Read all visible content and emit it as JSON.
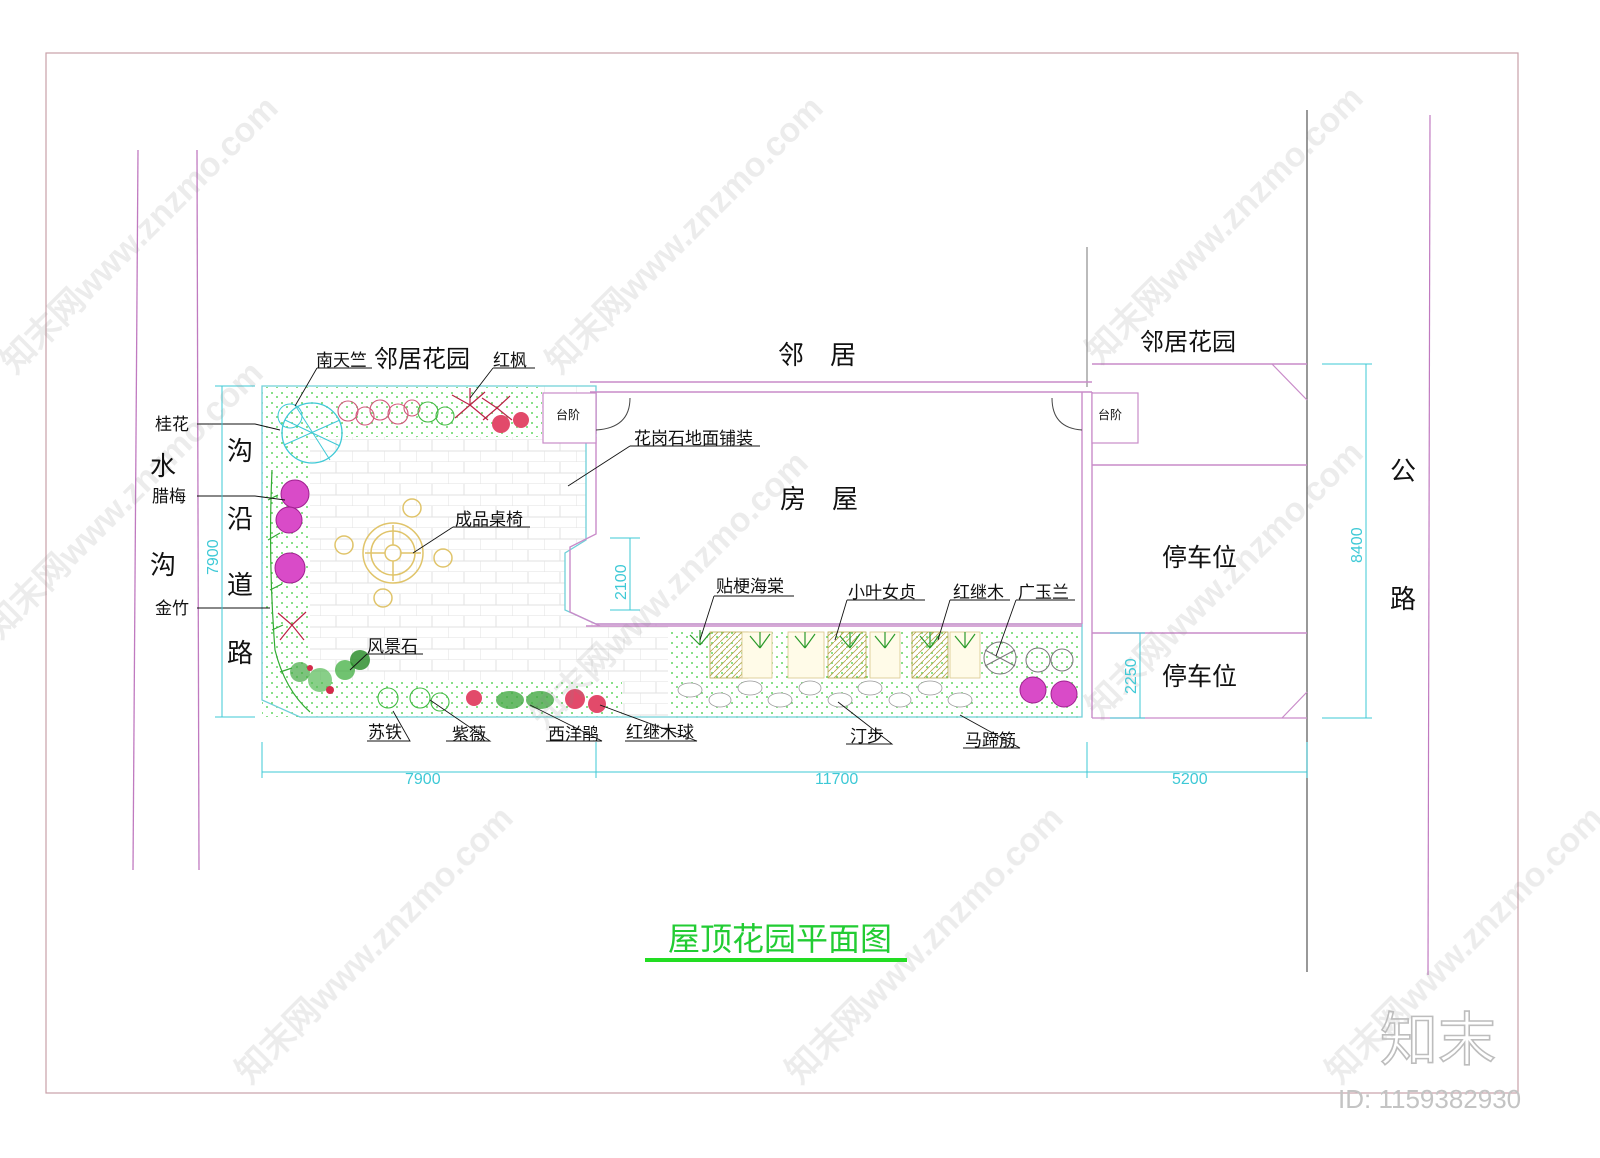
{
  "title": "屋顶花园平面图",
  "areas": {
    "neighbor": "邻　居",
    "neighbor_garden_left": "邻居花园",
    "neighbor_garden_right": "邻居花园",
    "house": "房　屋",
    "parking": "停车位",
    "road_left": [
      "沟",
      "沿",
      "道",
      "路"
    ],
    "water_ditch": [
      "水",
      "沟"
    ],
    "road_right": [
      "公",
      "路"
    ],
    "step": "台阶"
  },
  "plants": {
    "nandina": "南天竺",
    "osmanthus": "桂花",
    "wintersweet": "腊梅",
    "golden_bamboo": "金竹",
    "red_maple": "红枫",
    "scenic_stone": "风景石",
    "cycad": "苏铁",
    "crape_myrtle": "紫薇",
    "azalea": "西洋鹃",
    "loropetalum_ball": "红继木球",
    "flowering_quince": "贴梗海棠",
    "privet": "小叶女贞",
    "loropetalum": "红继木",
    "magnolia": "广玉兰",
    "stepping_stone": "汀步",
    "grass": "马蹄筋"
  },
  "features": {
    "granite": "花岗石地面铺装",
    "table_chairs": "成品桌椅"
  },
  "dimensions": {
    "d7900_bottom": "7900",
    "d11700": "11700",
    "d5200": "5200",
    "d7900_left": "7900",
    "d8400": "8400",
    "d2100": "2100",
    "d2250": "2250"
  },
  "watermark": {
    "text": "知末网www.znzmo.com",
    "logo": "知末",
    "id": "ID: 1159382930"
  },
  "colors": {
    "frame": "#c9a0a8",
    "wall": "#d8a8d8",
    "dim": "#3ec9d6",
    "title_underline": "#22dd22",
    "title": "#22cc33"
  }
}
